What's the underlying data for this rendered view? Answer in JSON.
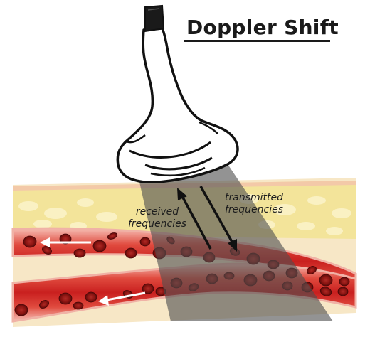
{
  "title": "Doppler Shift",
  "labels": {
    "received_line1": "received",
    "received_line2": "frequencies",
    "transmitted_line1": "transmitted",
    "transmitted_line2": "frequencies"
  },
  "colors": {
    "fat_layer": "#f5e9a4",
    "vessel_wall": "#f2b3aa",
    "blood": "#d02a2a",
    "rbc": "#8a1414",
    "beam": "#6e6e6e",
    "probe_outline": "#111111"
  },
  "icons": {
    "probe": "ultrasound-transducer-icon",
    "flow_arrow": "left-arrow-icon"
  }
}
